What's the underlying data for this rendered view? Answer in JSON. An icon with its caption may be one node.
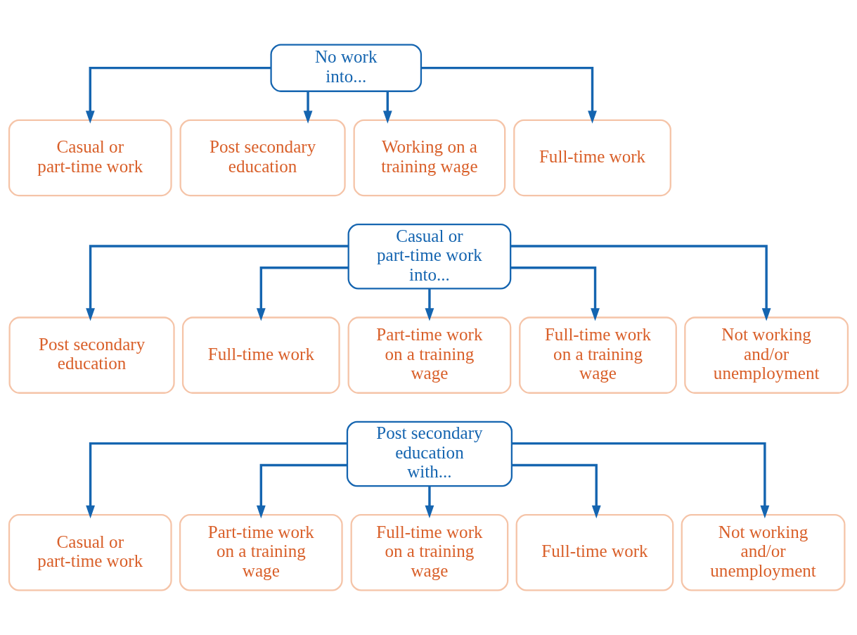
{
  "diagram": {
    "nodes": [
      {
        "text": [
          "No work into..."
        ]
      },
      {
        "text": [
          "Casual or part-time work"
        ]
      },
      {
        "text": [
          "Post secondary education"
        ]
      },
      {
        "text": [
          "Working on a training wage"
        ]
      },
      {
        "text": [
          "Full-time work"
        ]
      },
      {
        "text": [
          "Casual or part-time work into..."
        ]
      },
      {
        "text": [
          "Post secondary education"
        ]
      },
      {
        "text": [
          "Full-time work"
        ]
      },
      {
        "text": [
          "Part-time work on a training wage"
        ]
      },
      {
        "text": [
          "Full-time work on a training wage"
        ]
      },
      {
        "text": [
          "Not working and/or unemployment"
        ]
      },
      {
        "text": [
          "Post secondary education with..."
        ]
      },
      {
        "text": [
          "Casual or part-time work"
        ]
      },
      {
        "text": [
          "Part-time work on a training wage"
        ]
      },
      {
        "text": [
          "Full-time work on a training wage"
        ]
      },
      {
        "text": [
          "Full-time work"
        ]
      },
      {
        "text": [
          "Not working and/or unemployment"
        ]
      }
    ],
    "edges": [
      {
        "from": 0,
        "to": 1,
        "arrow": "to"
      },
      {
        "from": 0,
        "to": 2,
        "arrow": "to"
      },
      {
        "from": 0,
        "to": 3,
        "arrow": "to"
      },
      {
        "from": 0,
        "to": 4,
        "arrow": "to"
      },
      {
        "from": 5,
        "to": 6,
        "arrow": "to"
      },
      {
        "from": 5,
        "to": 7,
        "arrow": "to"
      },
      {
        "from": 5,
        "to": 8,
        "arrow": "to"
      },
      {
        "from": 5,
        "to": 9,
        "arrow": "to"
      },
      {
        "from": 5,
        "to": 10,
        "arrow": "to"
      },
      {
        "from": 11,
        "to": 12,
        "arrow": "to"
      },
      {
        "from": 11,
        "to": 13,
        "arrow": "to"
      },
      {
        "from": 11,
        "to": 14,
        "arrow": "to"
      },
      {
        "from": 11,
        "to": 15,
        "arrow": "to"
      },
      {
        "from": 11,
        "to": 16,
        "arrow": "to"
      }
    ]
  }
}
